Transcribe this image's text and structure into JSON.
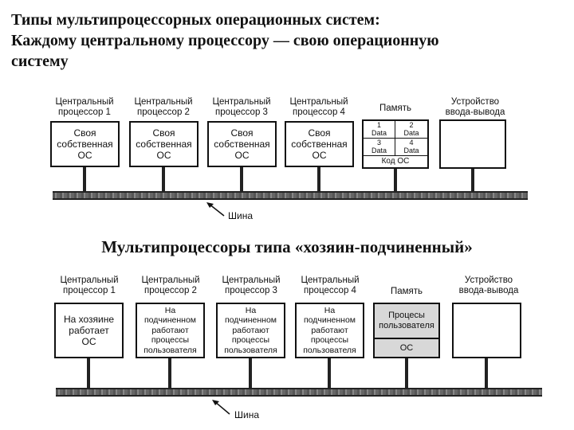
{
  "title": "Типы мультипроцессорных операционных систем:\nКаждому центральному процессору — свою операционную\nсистему",
  "subtitle": "Мультипроцессоры типа «хозяин-подчиненный»",
  "diagram1": {
    "cpus": [
      {
        "label": "Центральный\nпроцессор 1",
        "box": "Своя\nсобственная\nОС"
      },
      {
        "label": "Центральный\nпроцессор 2",
        "box": "Своя\nсобственная\nОС"
      },
      {
        "label": "Центральный\nпроцессор 3",
        "box": "Своя\nсобственная\nОС"
      },
      {
        "label": "Центральный\nпроцессор 4",
        "box": "Своя\nсобственная\nОС"
      }
    ],
    "memory": {
      "label": "Память",
      "cells": [
        "1\nData",
        "2\nData",
        "3\nData",
        "4\nData"
      ],
      "code": "Код ОС"
    },
    "io": {
      "label": "Устройство\nввода-вывода"
    },
    "bus": "Шина"
  },
  "diagram2": {
    "cpus": [
      {
        "label": "Центральный\nпроцессор 1",
        "box": "На хозяине\nработает\nОС"
      },
      {
        "label": "Центральный\nпроцессор 2",
        "box": "На\nподчиненном\nработают\nпроцессы\nпользователя"
      },
      {
        "label": "Центральный\nпроцессор 3",
        "box": "На\nподчиненном\nработают\nпроцессы\nпользователя"
      },
      {
        "label": "Центральный\nпроцессор 4",
        "box": "На\nподчиненном\nработают\nпроцессы\nпользователя"
      }
    ],
    "memory": {
      "label": "Память",
      "top": "Процесы\nпользователя",
      "bottom": "ОС"
    },
    "io": {
      "label": "Устройство\nввода-вывода"
    },
    "bus": "Шина"
  }
}
